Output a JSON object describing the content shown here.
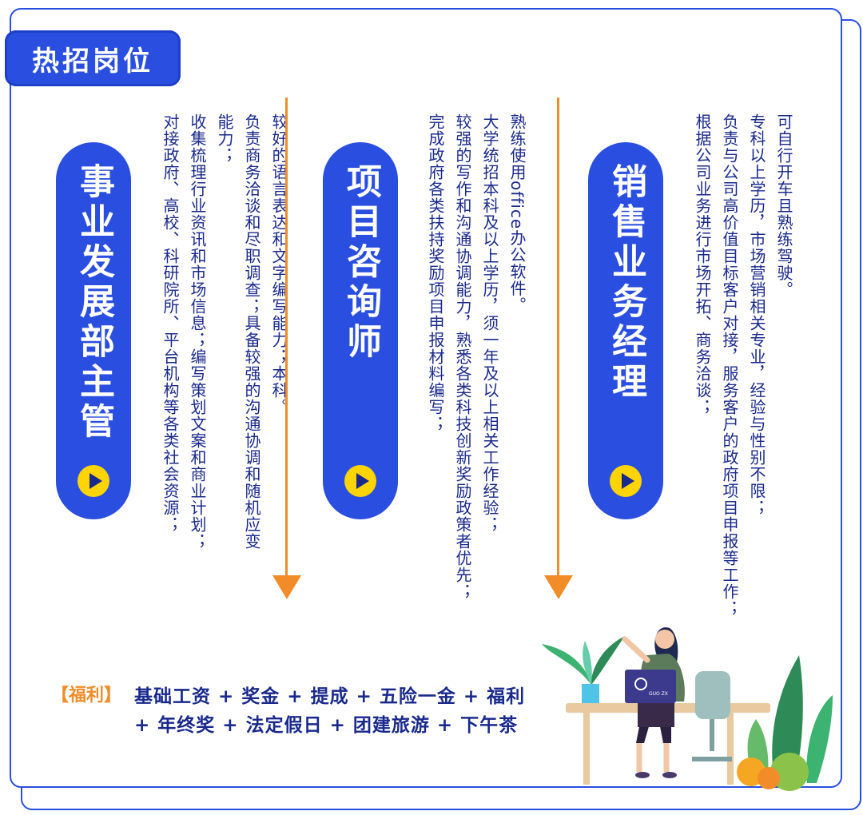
{
  "header": {
    "title": "热招岗位"
  },
  "positions": [
    {
      "title": "销售业务经理",
      "requirements": [
        "可自行开车且熟练驾驶。",
        "专科以上学历，市场营销相关专业，经验与性别不限；",
        "负责与公司高价值目标客户对接，服务客户的政府项目申报等工作；",
        "根据公司业务进行市场开拓、商务洽谈；"
      ]
    },
    {
      "title": "项目咨询师",
      "requirements": [
        "熟练使用office办公软件。",
        "大学统招本科及以上学历，须一年及以上相关工作经验；",
        "较强的写作和沟通协调能力，熟悉各类科技创新奖励政策者优先；",
        "完成政府各类扶持奖励项目申报材料编写；"
      ]
    },
    {
      "title": "事业发展部主管",
      "requirements": [
        "较好的语言表达和文字编写能力；本科。",
        "负责商务洽谈和尽职调查；具备较强的沟通协调和随机应变能力；",
        "收集梳理行业资讯和市场信息；编写策划文案和商业计划；",
        "对接政府、高校、科研院所、平台机构等各类社会资源；"
      ]
    }
  ],
  "benefits": {
    "label": "【福利】",
    "line1": "基础工资 + 奖金 + 提成 + 五险一金 + 福利",
    "line2": "+ 年终奖 + 法定假日 + 团建旅游 + 下午茶"
  },
  "illustration": {
    "laptop_logo": "GUO ZX"
  },
  "colors": {
    "primary": "#2a4fe0",
    "accent": "#f28c28",
    "text": "#1a2a8c",
    "play": "#ffd400"
  },
  "icons": [
    "play-icon",
    "down-arrow-icon"
  ]
}
